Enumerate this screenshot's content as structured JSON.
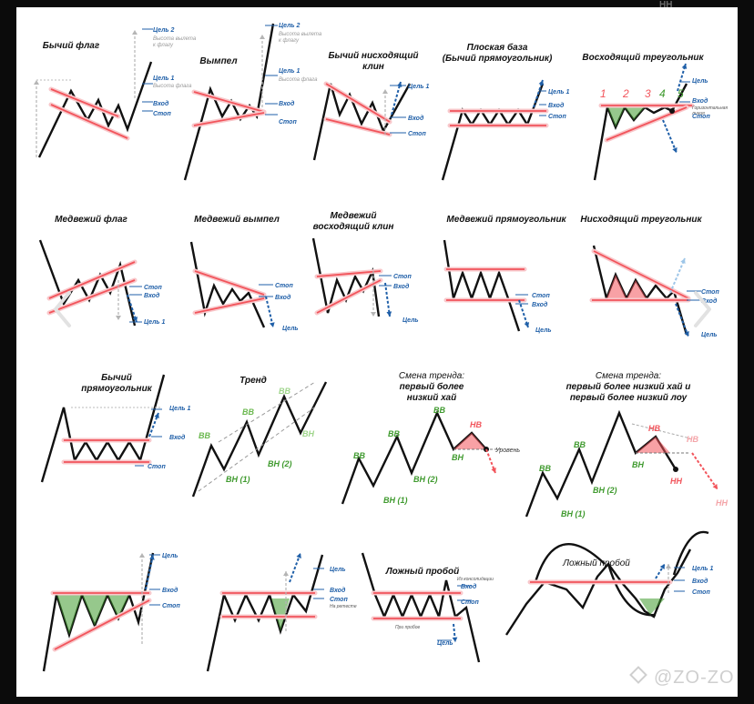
{
  "top_right_mark": "HH",
  "watermark": "@ZO-ZO",
  "colors": {
    "red": "#f2545b",
    "pink": "#f8c8cb",
    "green": "#3f9a2e",
    "blue": "#1f5fa8",
    "gray": "#9a9a9a"
  },
  "icons": [
    "chevron-left-icon",
    "chevron-right-icon",
    "diamond-icon"
  ],
  "patterns": [
    {
      "title": [
        "Бычий флаг"
      ],
      "labels": [
        "Цель 2",
        "Высота вылета",
        "к флагу",
        "Цель 1",
        "Высота флага",
        "Вход",
        "Стоп"
      ]
    },
    {
      "title": [
        "Вымпел"
      ],
      "labels": [
        "Цель 2",
        "Высота вылета",
        "к флагу",
        "Цель 1",
        "Высота флага",
        "Вход",
        "Стоп"
      ]
    },
    {
      "title": [
        "Бычий нисходящий",
        "клин"
      ],
      "labels": [
        "Цель 1",
        "Вход",
        "Стоп"
      ]
    },
    {
      "title": [
        "Плоская база",
        "(Бычий прямоугольник)"
      ],
      "labels": [
        "Цель 1",
        "Вход",
        "Стоп"
      ]
    },
    {
      "title": [
        "Восходящий треугольник"
      ],
      "labels": [
        "1",
        "2",
        "3",
        "4",
        "5",
        "Цель",
        "Вход",
        "Горизонтальная",
        "линия",
        "Стоп"
      ]
    },
    {
      "title": [
        "Медвежий флаг"
      ],
      "labels": [
        "Стоп",
        "Вход",
        "Цель 1"
      ]
    },
    {
      "title": [
        "Медвежий вымпел"
      ],
      "labels": [
        "Стоп",
        "Вход",
        "Цель"
      ]
    },
    {
      "title": [
        "Медвежий",
        "восходящий клин"
      ],
      "labels": [
        "Стоп",
        "Вход",
        "Цель"
      ]
    },
    {
      "title": [
        "Медвежий прямоугольник"
      ],
      "labels": [
        "Стоп",
        "Вход",
        "Цель"
      ]
    },
    {
      "title": [
        "Нисходящий треугольник"
      ],
      "labels": [
        "Стоп",
        "Вход",
        "Цель"
      ]
    },
    {
      "title": [
        "Бычий",
        "прямоугольник"
      ],
      "labels": [
        "Цель 1",
        "Вход",
        "Стоп"
      ]
    },
    {
      "title": [
        "Тренд"
      ],
      "labels": [
        "ВВ",
        "ВВ",
        "ВВ",
        "ВН",
        "ВН (1)",
        "ВН (2)"
      ]
    },
    {
      "title": [
        "Смена тренда:",
        "первый более",
        "низкий хай"
      ],
      "labels": [
        "ВВ",
        "ВВ",
        "ВВ",
        "ВН (1)",
        "ВН (2)",
        "ВН",
        "НВ",
        "Уровень"
      ]
    },
    {
      "title": [
        "Смена тренда:",
        "первый более низкий хай и",
        "первый более низкий лоу"
      ],
      "labels": [
        "ВВ",
        "ВВ",
        "ВН (1)",
        "ВН (2)",
        "ВН",
        "НВ",
        "НВ",
        "НН",
        "НН"
      ]
    },
    {
      "title": [],
      "labels": [
        "Цель",
        "Вход",
        "Стоп"
      ]
    },
    {
      "title": [],
      "labels": [
        "Цель",
        "Вход",
        "Стоп",
        "На ретесте"
      ]
    },
    {
      "title": [
        "Ложный пробой"
      ],
      "labels": [
        "Вход",
        "Стоп",
        "Из консолидации",
        "При пробое",
        "Цель"
      ]
    },
    {
      "title": [
        "Ложный пробой"
      ],
      "labels": [
        "Цель 1",
        "Вход",
        "Стоп"
      ]
    }
  ]
}
